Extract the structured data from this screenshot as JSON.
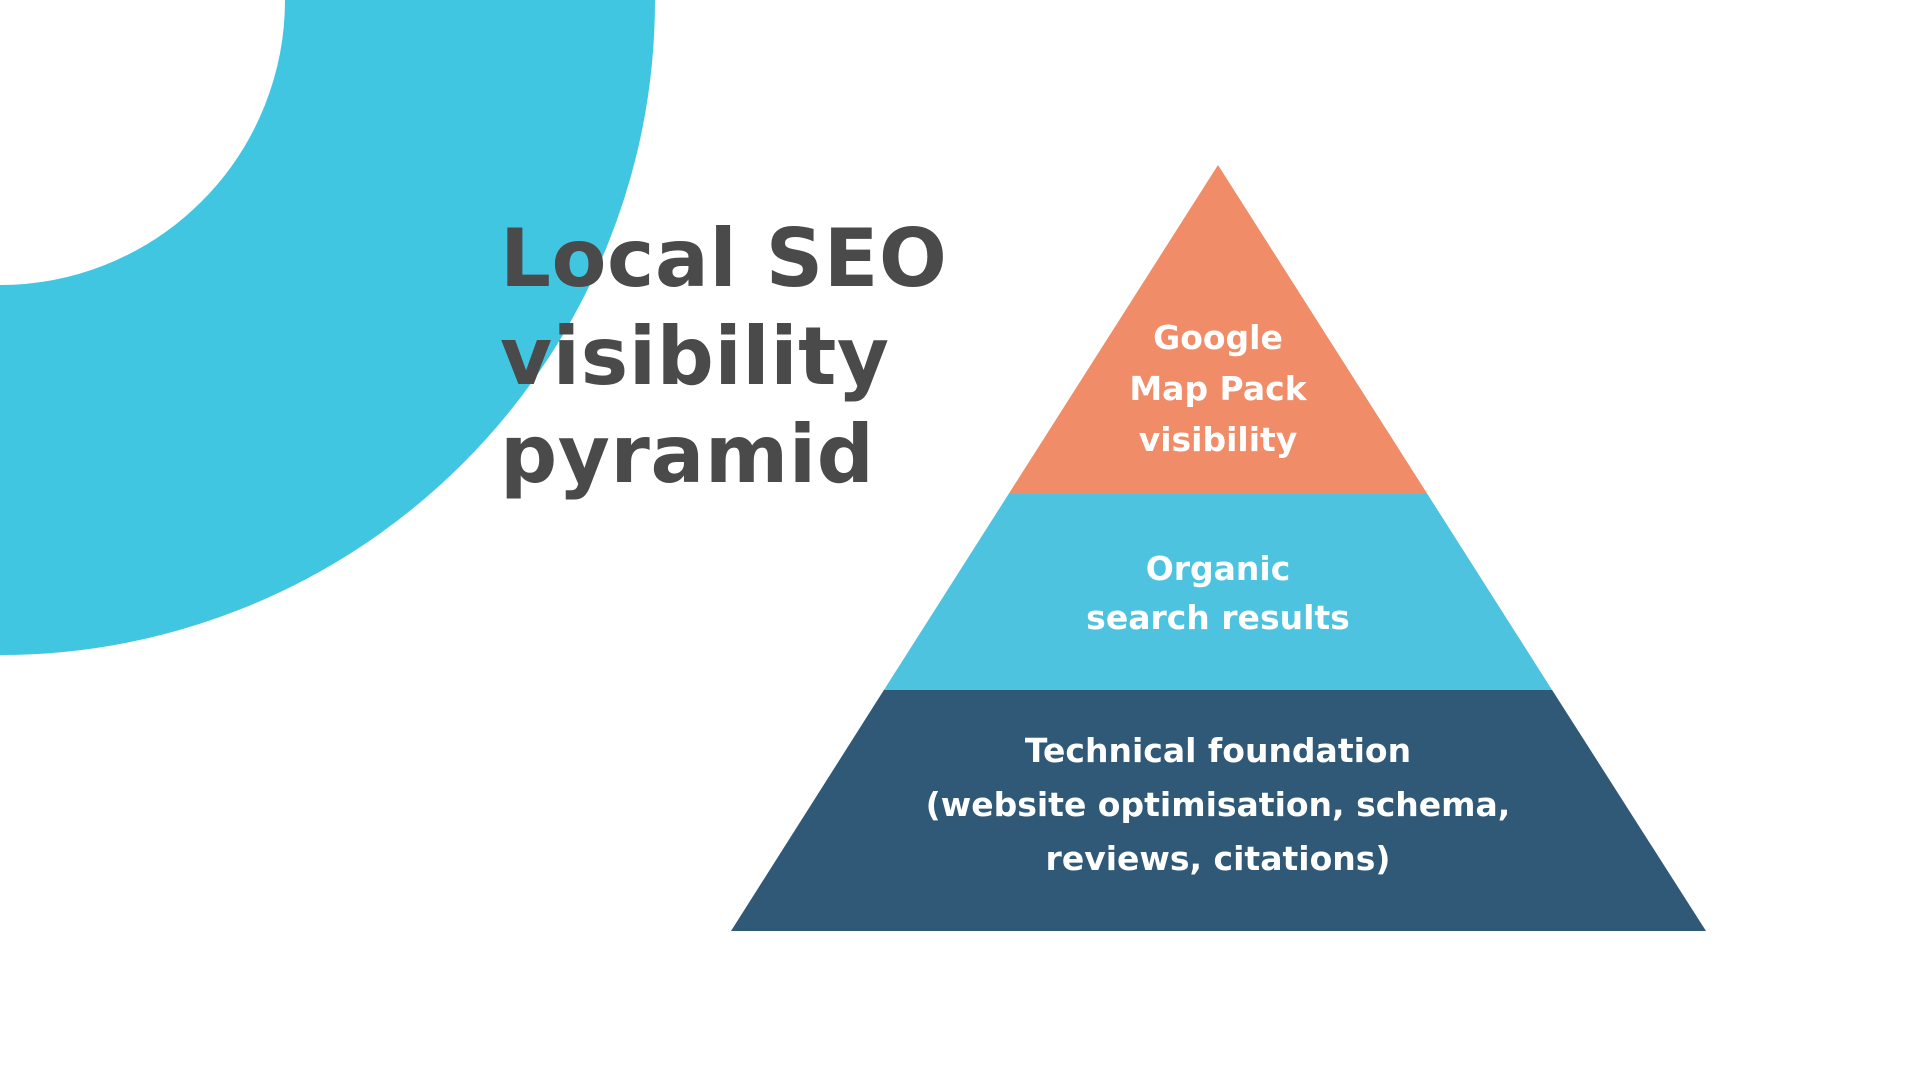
{
  "title": {
    "lines": [
      "Local SEO",
      "visibility",
      "pyramid"
    ],
    "color": "#4a4a4a"
  },
  "decor": {
    "arc_color": "#41c6e2"
  },
  "pyramid": {
    "text_color": "#ffffff",
    "tiers": [
      {
        "id": "google-map-pack-visibility",
        "color": "#f08c67",
        "lines": [
          "Google",
          "Map Pack",
          "visibility"
        ]
      },
      {
        "id": "organic-search-results",
        "color": "#4ec3df",
        "lines": [
          "Organic",
          "search results"
        ]
      },
      {
        "id": "technical-foundation",
        "color": "#2f5977",
        "lines": [
          "Technical foundation",
          "(website optimisation, schema,",
          "reviews, citations)"
        ]
      }
    ]
  }
}
